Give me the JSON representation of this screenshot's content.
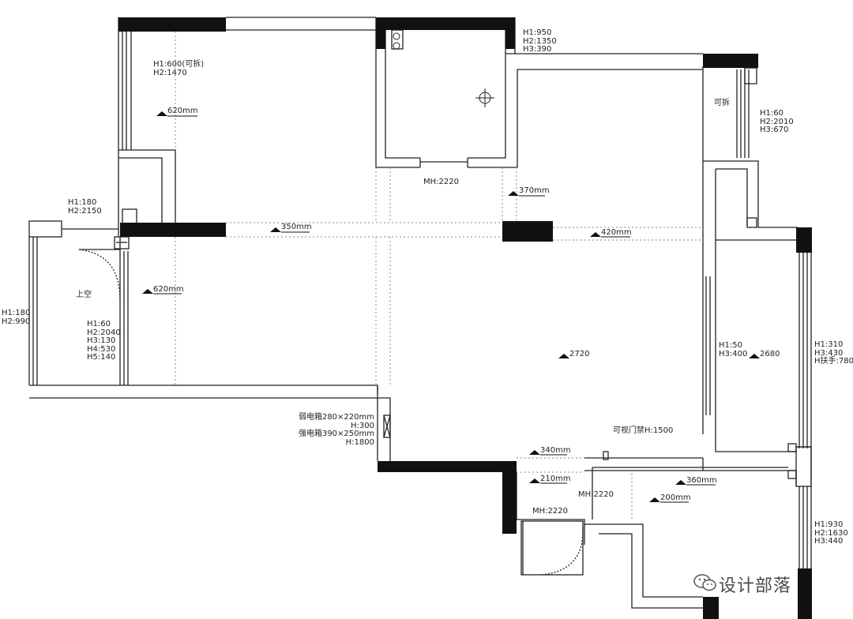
{
  "labels": {
    "balcony_top_h": "H1:600(可拆)\nH2:1470",
    "top_room_620": "620mm",
    "bath_h": "H1:950\nH2:1350\nH3:390",
    "bath_mh": "MH:2220",
    "right_h": "H1:60\nH2:2010\nH3:670",
    "kechai": "可拆",
    "left_door_h": "H1:180\nH2:2150",
    "corridor_350": "350mm",
    "corridor_370": "370mm",
    "corridor_420": "420mm",
    "left_balcony_h": "H1:180\nH2:990",
    "shangkong": "上空",
    "left_room_620": "620mm",
    "left_window_h": "H1:60\nH2:2040\nH3:130\nH4:530\nH5:140",
    "living_2720": "2720",
    "right_room_h": "H1:50\nH3:400",
    "right_room_2680": "2680",
    "right_edge_h": "H1:310\nH3:430\nH扶手:780",
    "boxes": "弱电箱280×220mm\nH:300\n强电箱390×250mm\nH:1800",
    "intercom": "可视门禁H:1500",
    "entry_340": "340mm",
    "entry_210": "210mm",
    "entry_mh": "MH:2220",
    "entry_360": "360mm",
    "entry_200": "200mm",
    "entry_door_mh": "MH:2220",
    "bottom_right_h": "H1:930\nH2:1630\nH3:440",
    "watermark": "设计部落"
  },
  "icons": [
    "floor-plan",
    "level-marker-icon",
    "door-swing-icon",
    "ceiling-light-icon",
    "wechat-icon"
  ],
  "colors": {
    "wall": "#111111",
    "line": "#222222",
    "dashed": "#8a8a8a",
    "background": "#ffffff"
  }
}
